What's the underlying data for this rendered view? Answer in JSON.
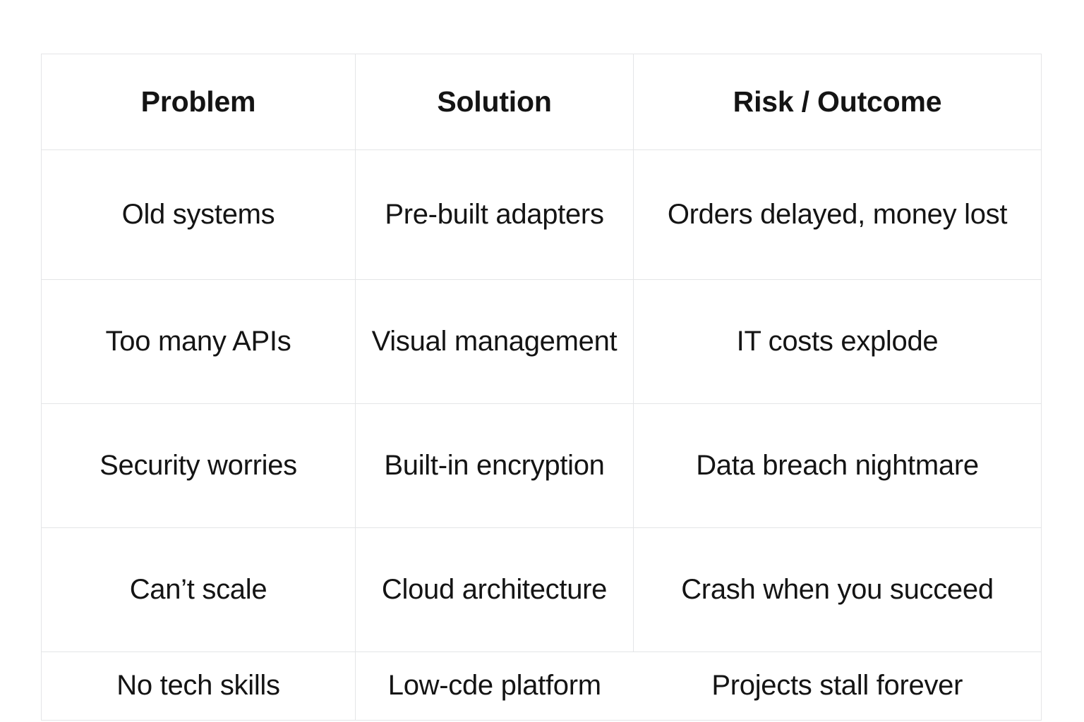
{
  "table": {
    "columns": [
      "Problem",
      "Solution",
      "Risk / Outcome"
    ],
    "headers": {
      "col1": "Problem",
      "col2": "Solution",
      "col3": "Risk / Outcome"
    },
    "rows": [
      {
        "problem": "Old systems",
        "solution": "Pre-built adapters",
        "risk": "Orders delayed, money lost"
      },
      {
        "problem": "Too many APIs",
        "solution": "Visual management",
        "risk": "IT costs explode"
      },
      {
        "problem": "Security worries",
        "solution": "Built-in encryption",
        "risk": "Data breach nightmare"
      },
      {
        "problem": "Can’t scale",
        "solution": "Cloud architecture",
        "risk": "Crash when you succeed"
      },
      {
        "problem": "No tech skills",
        "solution": "Low-cde platform",
        "risk": "Projects stall forever"
      }
    ]
  },
  "style": {
    "background_color": "#ffffff",
    "text_color": "#141414",
    "border_color": "#e4e5e7"
  }
}
